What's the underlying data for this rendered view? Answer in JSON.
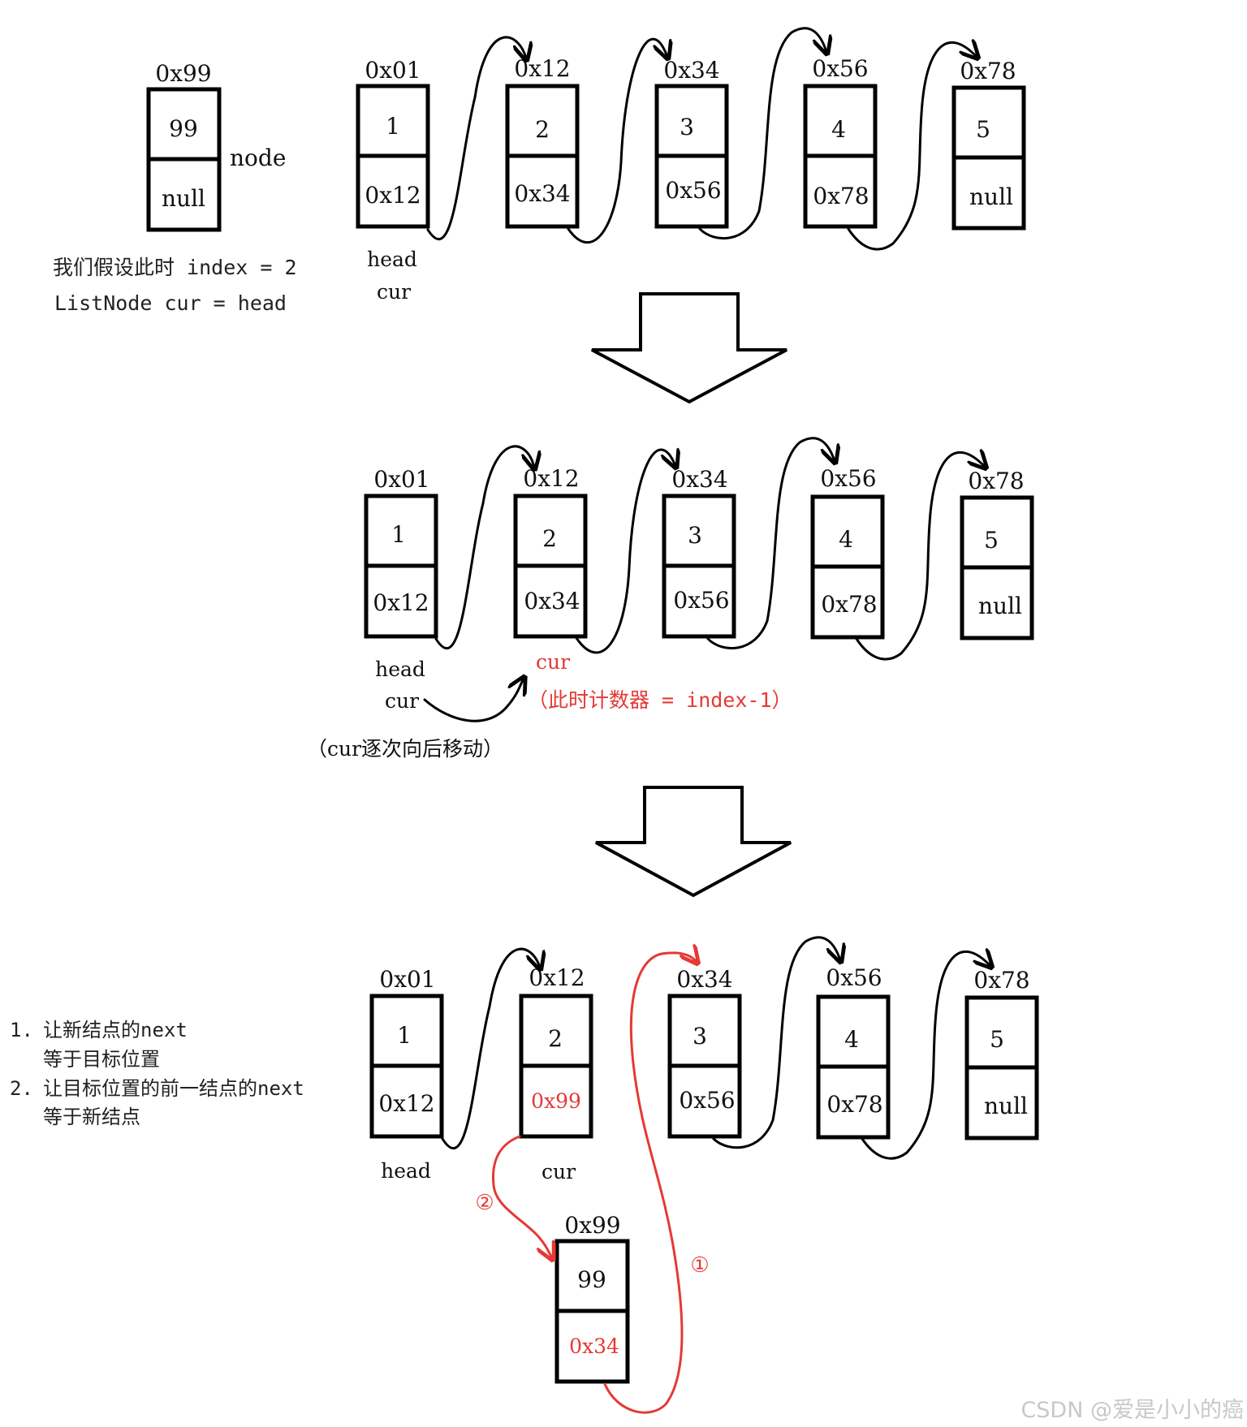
{
  "new_node": {
    "address": "0x99",
    "value": "99",
    "next": "null",
    "label": "node"
  },
  "setup_note": {
    "line1": "我们假设此时 index = 2",
    "line2": "ListNode cur = head"
  },
  "list_nodes": [
    {
      "address": "0x01",
      "value": "1",
      "next": "0x12"
    },
    {
      "address": "0x12",
      "value": "2",
      "next": "0x34"
    },
    {
      "address": "0x34",
      "value": "3",
      "next": "0x56"
    },
    {
      "address": "0x56",
      "value": "4",
      "next": "0x78"
    },
    {
      "address": "0x78",
      "value": "5",
      "next": "null"
    }
  ],
  "stage1": {
    "head_label": "head",
    "cur_label": "cur"
  },
  "stage2": {
    "head_label": "head",
    "cur_label_start": "cur",
    "cur_label_moved": "cur",
    "counter_note": "（此时计数器 = index-1）",
    "move_note": "（cur逐次向后移动）"
  },
  "stage3": {
    "node2_next": "0x99",
    "head_label": "head",
    "cur_label": "cur",
    "inserted": {
      "address": "0x99",
      "value": "99",
      "next": "0x34"
    },
    "step_marker_1": "①",
    "step_marker_2": "②"
  },
  "steps": [
    {
      "num": "1.",
      "line1": "让新结点的next",
      "line2": "等于目标位置"
    },
    {
      "num": "2.",
      "line1": "让目标位置的前一结点的next",
      "line2": "等于新结点"
    }
  ],
  "watermark": "CSDN @爱是小小的癌",
  "colors": {
    "highlight": "#e53935",
    "stroke": "#000000"
  }
}
